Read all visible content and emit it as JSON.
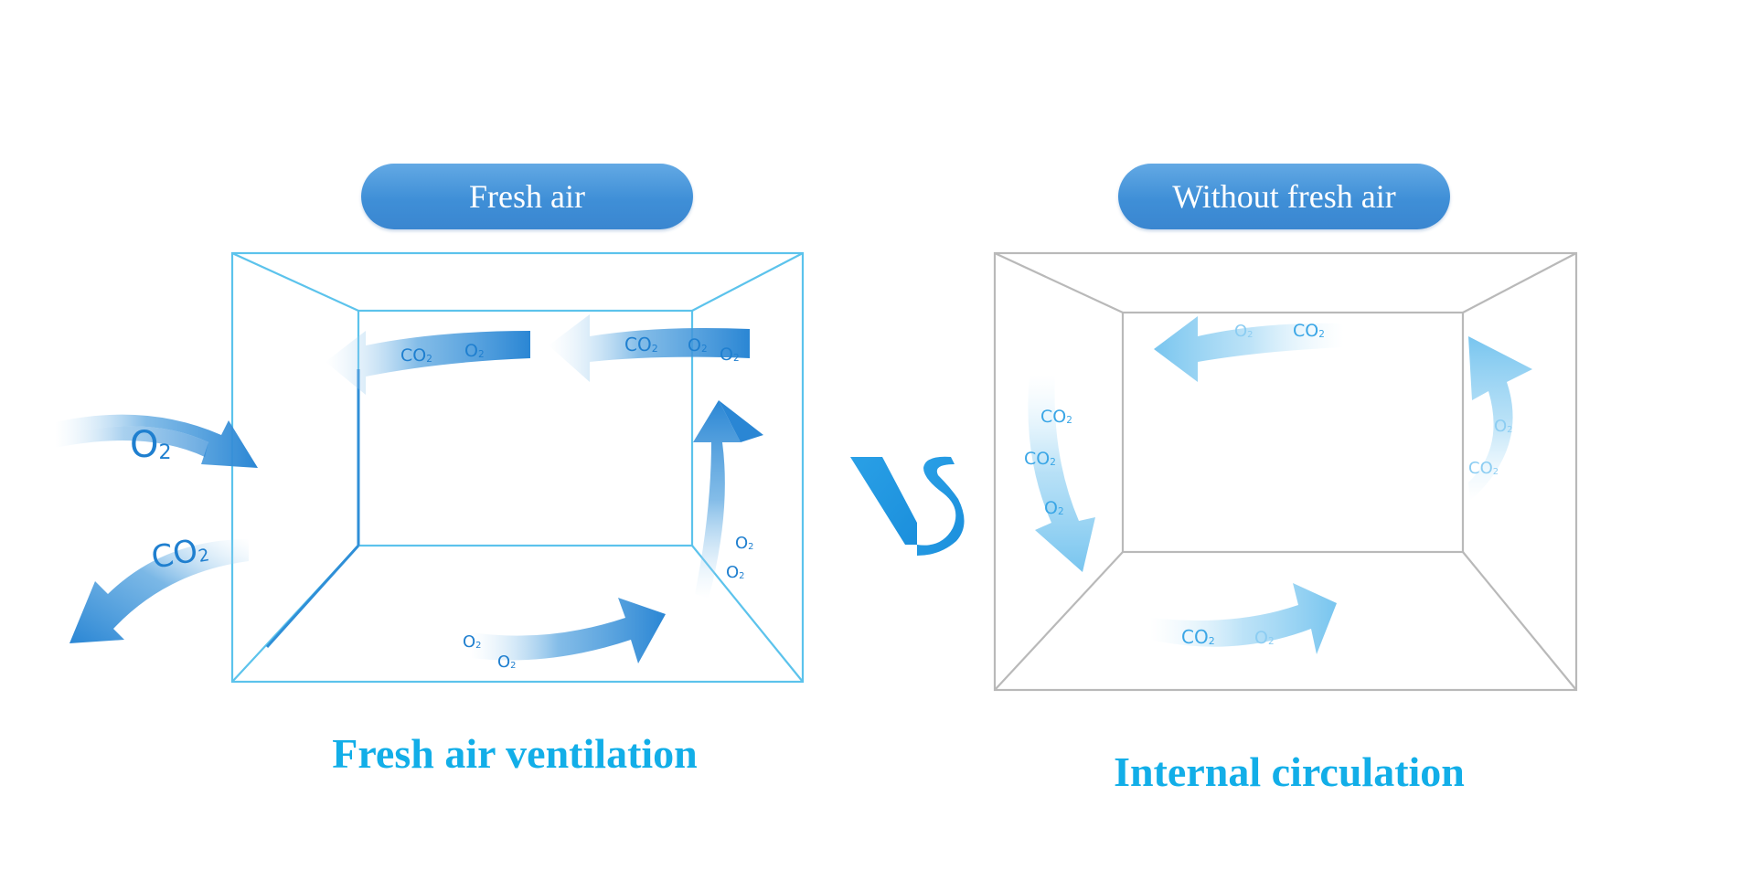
{
  "left_panel": {
    "badge": "Fresh air",
    "caption": "Fresh air ventilation",
    "outer_labels": {
      "inflow": "O2",
      "outflow": "CO2"
    },
    "inner_labels": {
      "ceiling_1": [
        "CO2",
        "O2"
      ],
      "ceiling_2": [
        "CO2",
        "O2",
        "O2"
      ],
      "right_wall": [
        "O2",
        "O2"
      ],
      "floor": [
        "O2",
        "O2"
      ]
    }
  },
  "right_panel": {
    "badge": "Without fresh air",
    "caption": "Internal circulation",
    "inner_labels": {
      "ceiling": [
        "O2",
        "CO2"
      ],
      "left_wall": [
        "CO2",
        "CO2",
        "O2"
      ],
      "right_wall": [
        "O2",
        "CO2"
      ],
      "floor": [
        "CO2",
        "O2"
      ]
    }
  },
  "vs_label": "VS",
  "colors": {
    "accent": "#12aee8",
    "badge_blue": "#4a96d9",
    "arrow_dark": "#1f7fcf",
    "arrow_light": "#7fc8f0",
    "room_left_stroke": "#5cc3ec",
    "room_right_stroke": "#b9b9b9"
  }
}
